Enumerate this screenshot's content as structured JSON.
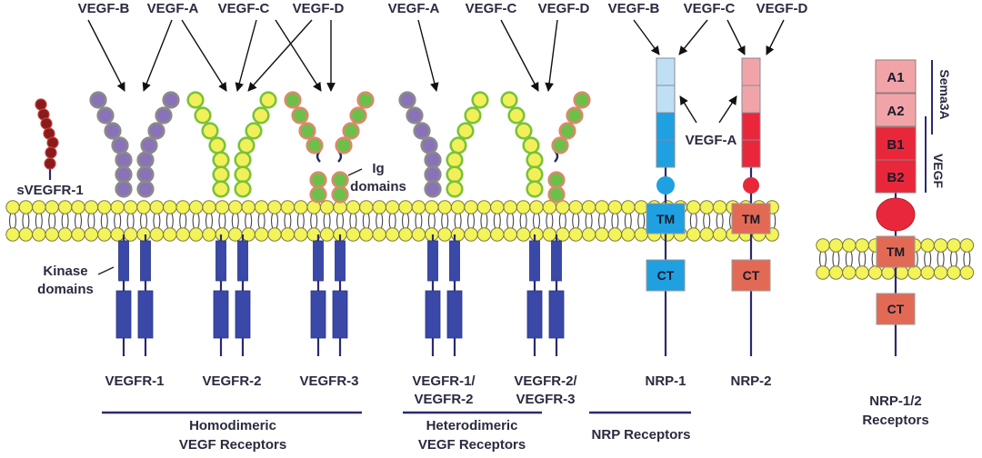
{
  "figure": {
    "colors": {
      "membrane_fill": "#f3f35a",
      "membrane_stroke": "#7a7a3a",
      "line": "#2b2a6e",
      "kinase": "#3a48a8",
      "vegfr1_fill": "#8a72b8",
      "vegfr1_rim": "#8a8a8a",
      "vegfr2_fill": "#f2f05a",
      "vegfr2_rim": "#7bc23a",
      "vegfr3_fill": "#6cc04a",
      "vegfr3_rim": "#d98a6a",
      "svegfr1": "#8b1a1a",
      "nrp1_light": "#bfe0f4",
      "nrp1_dark": "#1fa0e0",
      "nrp2_light": "#f0a4a8",
      "nrp2_dark": "#e8283a",
      "tm_ct_nrp2": "#e26a55",
      "arrow": "#111111",
      "text": "#2a2a40"
    },
    "ligands_top": [
      {
        "label": "VEGF-B"
      },
      {
        "label": "VEGF-A"
      },
      {
        "label": "VEGF-C"
      },
      {
        "label": "VEGF-D"
      },
      {
        "label": "VEGF-A"
      },
      {
        "label": "VEGF-C"
      },
      {
        "label": "VEGF-D"
      },
      {
        "label": "VEGF-B"
      },
      {
        "label": "VEGF-C"
      },
      {
        "label": "VEGF-D"
      }
    ],
    "soluble_receptor": {
      "label": "sVEGFR-1"
    },
    "annotations": {
      "ig_domains": [
        "Ig",
        "domains"
      ],
      "kinase_domains": [
        "Kinase",
        "domains"
      ],
      "nrp_vegfa": "VEGF-A"
    },
    "receptors": [
      {
        "label": [
          "VEGFR-1"
        ],
        "chains": [
          "vegfr1",
          "vegfr1"
        ]
      },
      {
        "label": [
          "VEGFR-2"
        ],
        "chains": [
          "vegfr2",
          "vegfr2"
        ]
      },
      {
        "label": [
          "VEGFR-3"
        ],
        "chains": [
          "vegfr3",
          "vegfr3"
        ]
      },
      {
        "label": [
          "VEGFR-1/",
          "VEGFR-2"
        ],
        "chains": [
          "vegfr1",
          "vegfr2"
        ]
      },
      {
        "label": [
          "VEGFR-2/",
          "VEGFR-3"
        ],
        "chains": [
          "vegfr2",
          "vegfr3"
        ]
      },
      {
        "label": [
          "NRP-1"
        ],
        "type": "nrp1"
      },
      {
        "label": [
          "NRP-2"
        ],
        "type": "nrp2"
      },
      {
        "label": [
          "NRP-1/2",
          "Receptors"
        ],
        "type": "nrp12"
      }
    ],
    "nrp_domains": {
      "tm": "TM",
      "ct": "CT",
      "a1": "A1",
      "a2": "A2",
      "b1": "B1",
      "b2": "B2"
    },
    "bracket_labels": {
      "sema3a": "Sema3A",
      "vegf": "VEGF"
    },
    "groups": [
      {
        "label": [
          "Homodimeric",
          "VEGF Receptors"
        ]
      },
      {
        "label": [
          "Heterodimeric",
          "VEGF Receptors"
        ]
      },
      {
        "label": [
          "NRP Receptors"
        ]
      }
    ]
  }
}
